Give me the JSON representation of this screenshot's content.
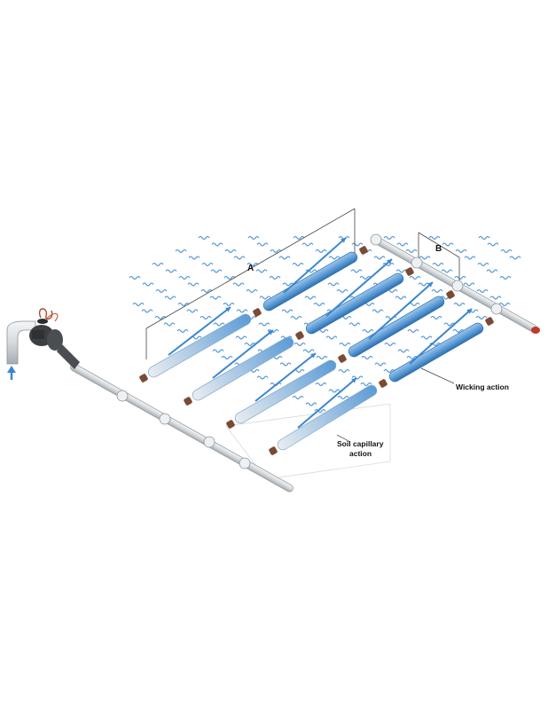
{
  "labels": {
    "dimension_a": "A",
    "dimension_b": "B",
    "wicking": "Wicking action",
    "soil_capillary_line1": "Soil capillary",
    "soil_capillary_line2": "action"
  },
  "colors": {
    "pipe": "#d9dde0",
    "pipe_edge": "#8c9398",
    "tube": "#5b9bd6",
    "tube_dark": "#2f6fae",
    "arrow": "#3a86d1",
    "coupling": "#7a4a32",
    "valve": "#3c3f42",
    "wire": "#b5462c"
  },
  "icons": {
    "valve": "valve-icon",
    "water_inflow": "water-inflow-arrow-icon",
    "end_cap": "end-cap-icon"
  }
}
